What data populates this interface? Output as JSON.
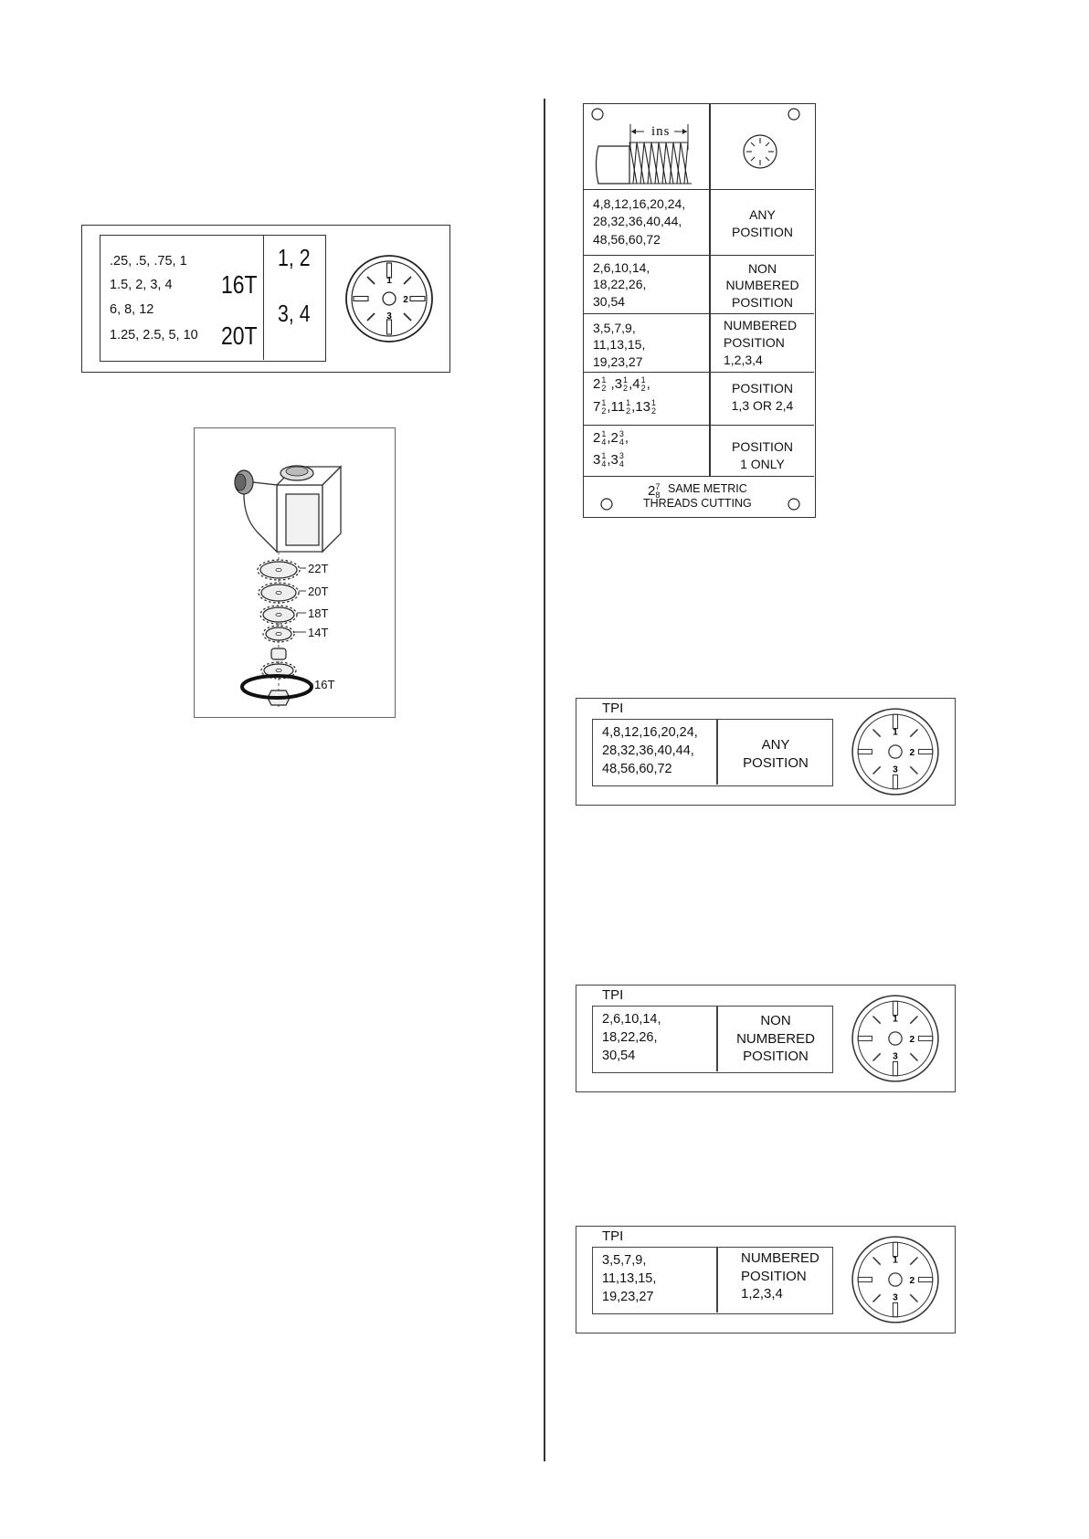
{
  "metric_chart": {
    "rows": [
      ".25, .5, .75, 1",
      "1.5, 2, 3, 4",
      "6, 8, 12",
      "1.25, 2.5, 5, 10"
    ],
    "gear_a": "16T",
    "gear_b": "20T",
    "pos_a": "1, 2",
    "pos_b": "3, 4"
  },
  "gear_stack": {
    "labels": [
      "22T",
      "20T",
      "18T",
      "14T",
      "16T"
    ]
  },
  "dial": {
    "n1": "1",
    "n2": "2",
    "n3": "3"
  },
  "thread_table": {
    "header": "ins",
    "rows": [
      {
        "tpi": [
          "4,8,12,16,20,24,",
          "28,32,36,40,44,",
          "48,56,60,72"
        ],
        "position": [
          "ANY",
          "POSITION"
        ]
      },
      {
        "tpi": [
          "2,6,10,14,",
          "18,22,26,",
          "30,54"
        ],
        "position": [
          "NON",
          "NUMBERED",
          "POSITION"
        ]
      },
      {
        "tpi": [
          "3,5,7,9,",
          "11,13,15,",
          "19,23,27"
        ],
        "position": [
          "NUMBERED",
          "POSITION",
          "1,2,3,4"
        ]
      },
      {
        "tpi_line1": [
          [
            "2",
            "1",
            "2",
            " ,"
          ],
          [
            "3",
            "1",
            "2",
            ","
          ],
          [
            "4",
            "1",
            "2",
            ","
          ]
        ],
        "tpi_line2": [
          [
            "7",
            "1",
            "2",
            ","
          ],
          [
            "11",
            "1",
            "2",
            ","
          ],
          [
            "13",
            "1",
            "2",
            ""
          ]
        ],
        "position": [
          "POSITION",
          "1,3 OR 2,4"
        ]
      },
      {
        "tpi_line1": [
          [
            "2",
            "1",
            "4",
            ","
          ],
          [
            "2",
            "3",
            "4",
            ","
          ]
        ],
        "tpi_line2": [
          [
            "3",
            "1",
            "4",
            ","
          ],
          [
            "3",
            "3",
            "4",
            ""
          ]
        ],
        "position": [
          "POSITION",
          "1 ONLY"
        ]
      }
    ],
    "footer": {
      "whole": "2",
      "num": "7",
      "den": "8",
      "line1": "SAME METRIC",
      "line2": "THREADS CUTTING"
    }
  },
  "panels": [
    {
      "title": "TPI",
      "tpi": [
        "4,8,12,16,20,24,",
        "28,32,36,40,44,",
        "48,56,60,72"
      ],
      "position": [
        "ANY",
        "POSITION"
      ]
    },
    {
      "title": "TPI",
      "tpi": [
        "2,6,10,14,",
        "18,22,26,",
        "30,54"
      ],
      "position": [
        "NON",
        "NUMBERED",
        "POSITION"
      ]
    },
    {
      "title": "TPI",
      "tpi": [
        "3,5,7,9,",
        "11,13,15,",
        "19,23,27"
      ],
      "position": [
        "NUMBERED",
        "POSITION",
        "1,2,3,4"
      ]
    }
  ]
}
